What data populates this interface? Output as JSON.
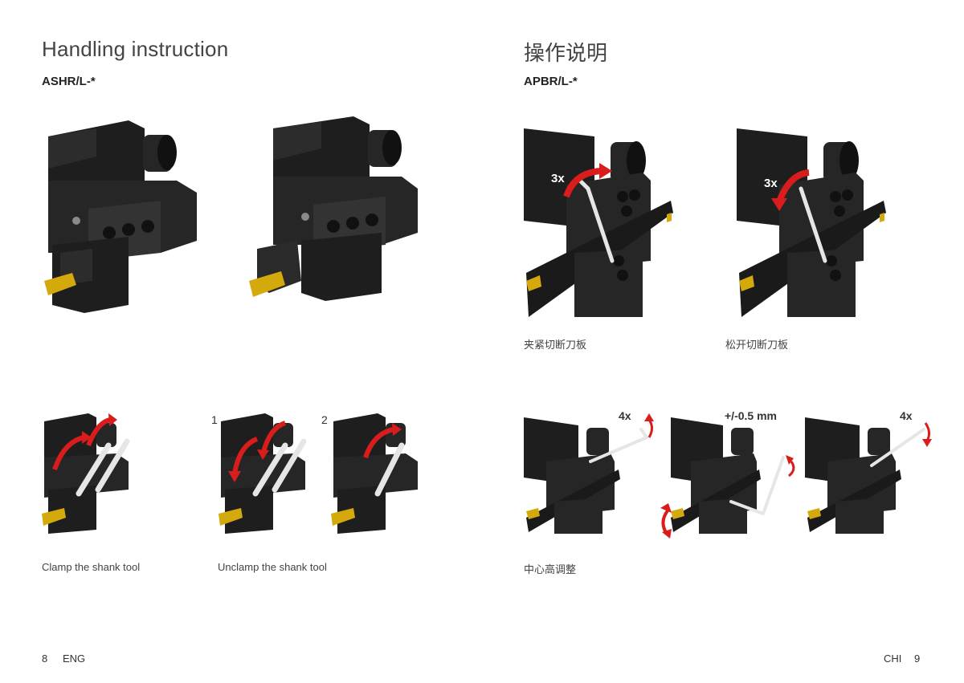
{
  "left": {
    "title": "Handling instruction",
    "subtitle": "ASHR/L-*",
    "step1": "1",
    "step2": "2",
    "caption_clamp": "Clamp the shank tool",
    "caption_unclamp": "Unclamp the shank tool",
    "footer_page": "8",
    "footer_lang": "ENG"
  },
  "right": {
    "title": "操作说明",
    "subtitle": "APBR/L-*",
    "caption_clamp": "夹紧切断刀板",
    "caption_unclamp": "松开切断刀板",
    "caption_center": "中心高调整",
    "turns_3x_a": "3x",
    "turns_3x_b": "3x",
    "turns_4x_a": "4x",
    "turns_4x_b": "4x",
    "adjust": "+/-0.5 mm",
    "footer_lang": "CHI",
    "footer_page": "9"
  },
  "colors": {
    "tool_body": "#1e1e1e",
    "tool_face": "#2e2e2e",
    "insert": "#d4a90c",
    "arrow": "#d91c1c",
    "key": "#e6e6e6"
  },
  "icons": [
    "tool-holder-image",
    "allen-key-icon",
    "rotation-arrow-icon",
    "cutting-insert-icon"
  ]
}
